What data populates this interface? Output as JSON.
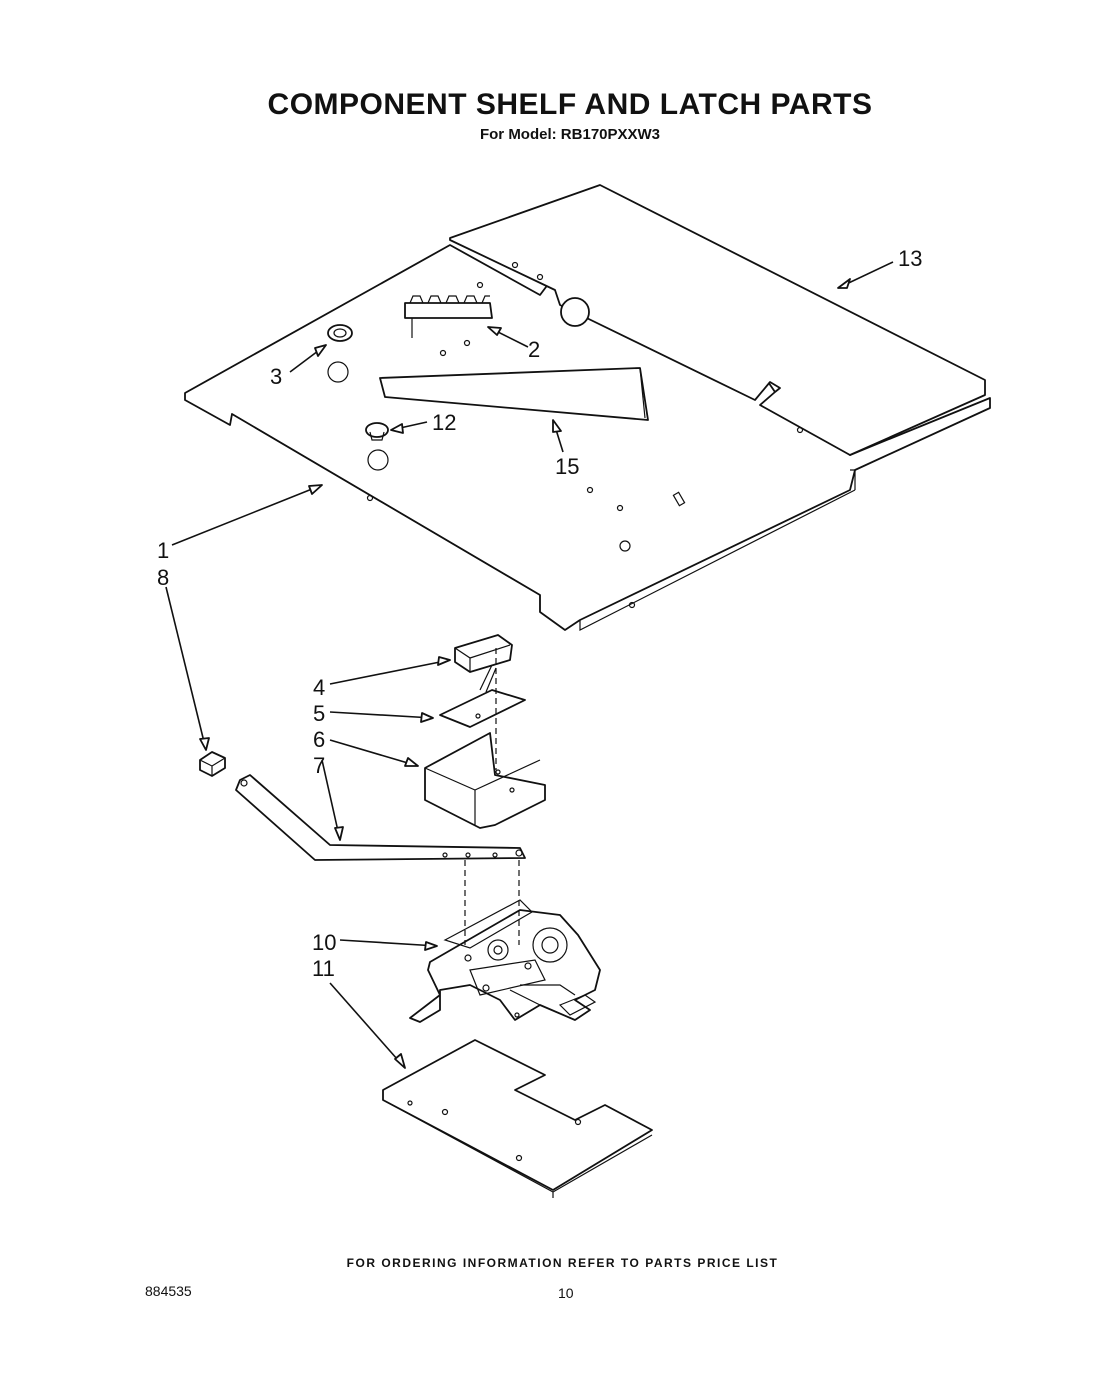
{
  "header": {
    "title": "COMPONENT SHELF AND LATCH PARTS",
    "subtitle": "For Model: RB170PXXW3"
  },
  "callouts": [
    "13",
    "2",
    "3",
    "12",
    "15",
    "1",
    "8",
    "4",
    "5",
    "6",
    "7",
    "10",
    "11"
  ],
  "footer": {
    "ordering_note": "FOR ORDERING INFORMATION REFER TO PARTS PRICE LIST",
    "document_number": "884535",
    "page_number": "10"
  }
}
